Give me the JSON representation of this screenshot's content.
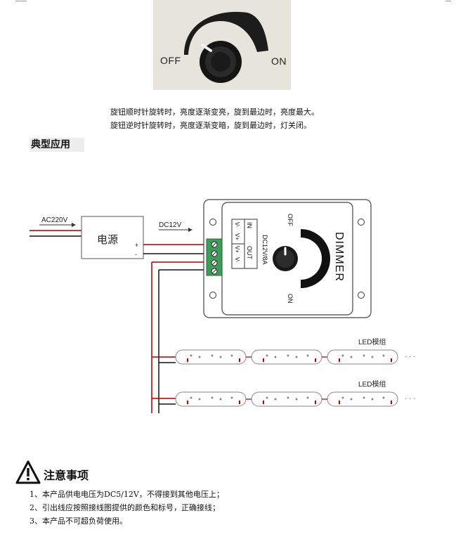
{
  "knob_photo": {
    "off_label": "OFF",
    "on_label": "ON"
  },
  "description": {
    "line1": "旋钮顺时针旋转时，亮度逐渐变亮，旋到最边时，亮度最大。",
    "line2": "旋钮逆时针旋转时，亮度逐渐变暗，旋到最边时，灯关闭。"
  },
  "section": {
    "title": "典型应用"
  },
  "diagram": {
    "input_label": "AC220V",
    "output_label": "DC12V",
    "power_label": "电源",
    "plus_sign": "+",
    "minus_sign": "-",
    "dimmer_title": "DIMMER",
    "dimmer_rating": "DC12V/8A",
    "dimmer_off": "OFF",
    "dimmer_on": "ON",
    "in_label": "IN",
    "out_label": "OUT",
    "terminal_labels": [
      "V-",
      "V+",
      "V+",
      "V-"
    ],
    "led_module_label": "LED模组",
    "ellipsis": "· · ·"
  },
  "notes": {
    "title": "注意事项",
    "items": [
      "1、本产品供电电压为DC5/12V，不得接到其他电压上；",
      "2、引出线应按照接线图提供的颜色和标号，正确接线；",
      "3、本产品不可超负荷使用。"
    ]
  }
}
